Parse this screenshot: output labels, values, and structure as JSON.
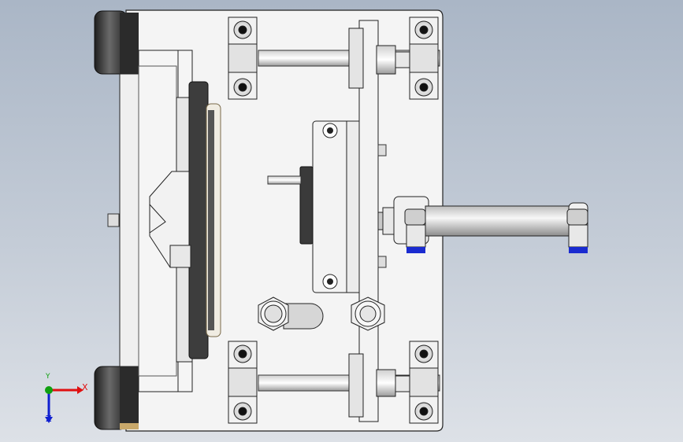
{
  "viewport": {
    "background_top": "#aab6c6",
    "background_bottom": "#dde1e7"
  },
  "model": {
    "plate_color": "#f4f4f4",
    "edge_color": "#222222",
    "dark_part_color": "#3a3a3a",
    "bolt_count_visible": 8,
    "cylinder_fitting_color": "#1a2bd0"
  },
  "triad": {
    "x_label": "X",
    "y_label": "Y",
    "z_label": "Z",
    "x_color": "#e01010",
    "y_color": "#10a010",
    "z_color": "#1020d0",
    "icons": [
      "axis-x-icon",
      "axis-y-icon",
      "axis-z-icon"
    ]
  }
}
